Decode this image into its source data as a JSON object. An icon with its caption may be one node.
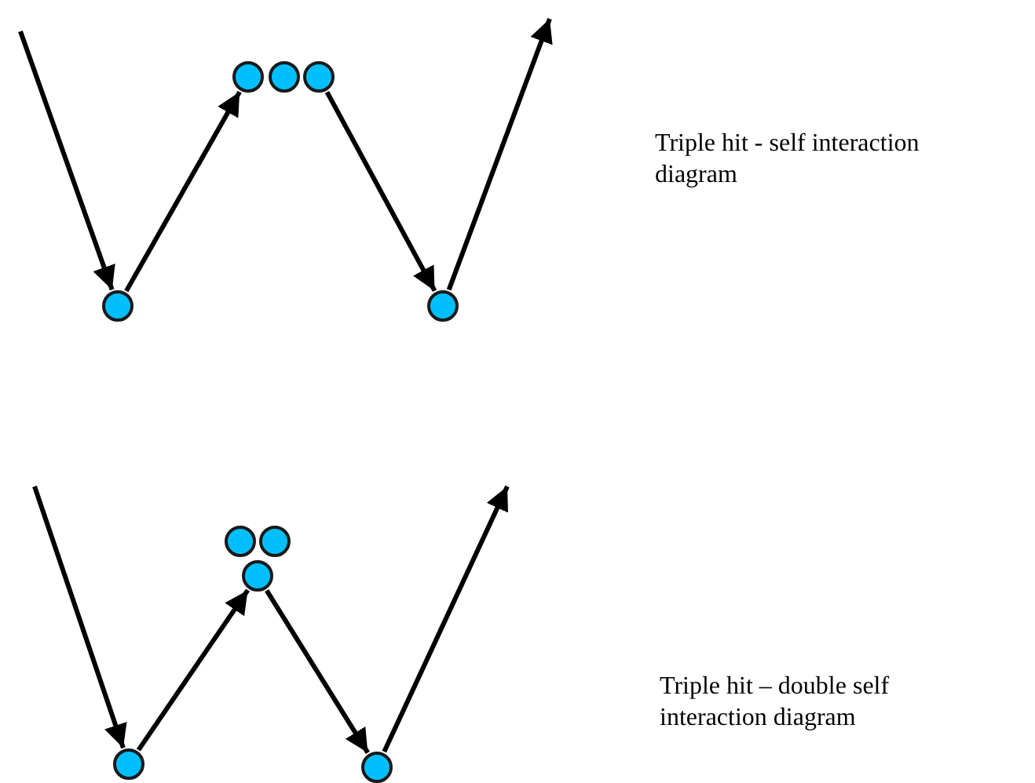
{
  "diagram": {
    "nodes": [
      {
        "text": [],
        "shape": "circle"
      },
      {
        "text": [],
        "shape": "circle"
      },
      {
        "text": [],
        "shape": "circle"
      },
      {
        "text": [],
        "shape": "circle"
      },
      {
        "text": [],
        "shape": "circle"
      },
      {
        "text": [],
        "shape": "circle"
      },
      {
        "text": [],
        "shape": "circle"
      },
      {
        "text": [],
        "shape": "circle"
      },
      {
        "text": [],
        "shape": "circle"
      },
      {
        "text": [],
        "shape": "circle"
      }
    ],
    "edges": [
      {
        "from": null,
        "to": 0,
        "arrow": "to"
      },
      {
        "from": 0,
        "to": 1,
        "arrow": "to"
      },
      {
        "from": 3,
        "to": 4,
        "arrow": "to"
      },
      {
        "from": 4,
        "to": null,
        "arrow": "to"
      },
      {
        "from": null,
        "to": 5,
        "arrow": "to"
      },
      {
        "from": 5,
        "to": 8,
        "arrow": "to"
      },
      {
        "from": 8,
        "to": 9,
        "arrow": "to"
      },
      {
        "from": 9,
        "to": null,
        "arrow": "to"
      }
    ],
    "labels": [
      "Triple hit - self interaction diagram",
      "Triple hit – double self interaction diagram"
    ]
  }
}
